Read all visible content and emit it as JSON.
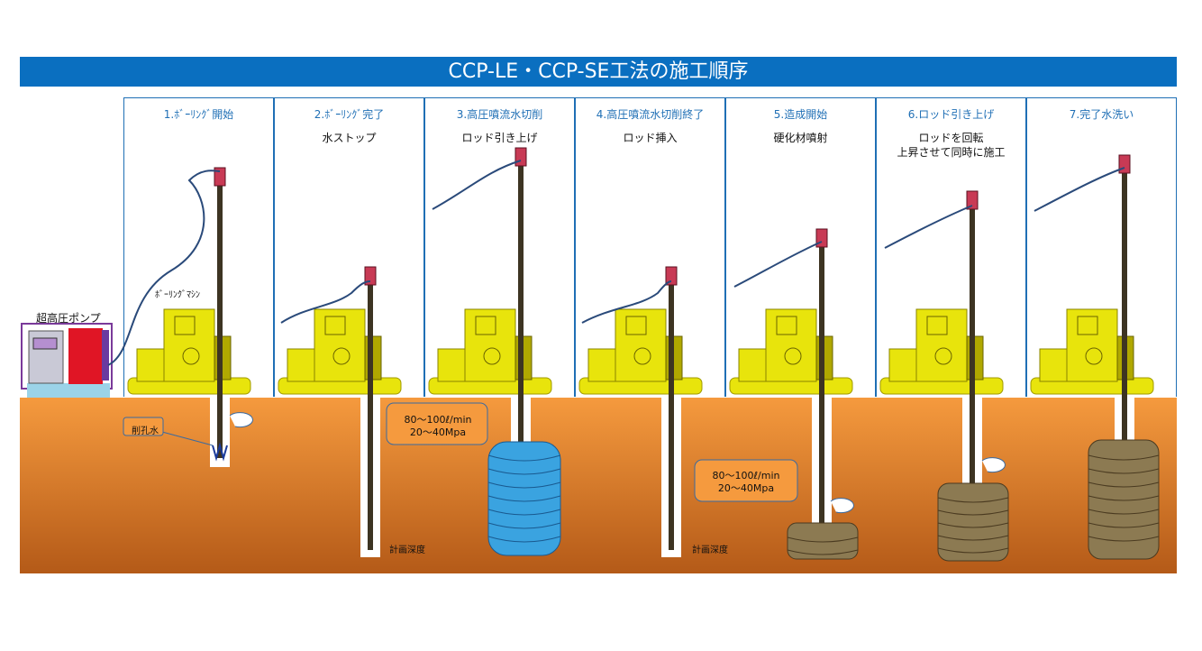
{
  "title": "CCP-LE・CCP-SE工法の施工順序",
  "steps": [
    {
      "label": "1.ﾎﾞｰﾘﾝｸﾞ開始",
      "desc": ""
    },
    {
      "label": "2.ﾎﾞｰﾘﾝｸﾞ完了",
      "desc": "水ストップ"
    },
    {
      "label": "3.高圧噴流水切削",
      "desc": "ロッド引き上げ"
    },
    {
      "label": "4.高圧噴流水切削終了",
      "desc": "ロッド挿入"
    },
    {
      "label": "5.造成開始",
      "desc": "硬化材噴射"
    },
    {
      "label": "6.ロッド引き上げ",
      "desc": "ロッドを回転\n上昇させて同時に施工"
    },
    {
      "label": "7.完了水洗い",
      "desc": ""
    }
  ],
  "labels": {
    "pump": "超高圧ポンプ",
    "machine": "ﾎﾞｰﾘﾝｸﾞﾏｼﾝ",
    "drill_water": "削孔水",
    "depth1": "計画深度",
    "depth2": "計画深度"
  },
  "callouts": {
    "c1": "80～100ℓ/min\n20～40Mpa",
    "c2": "80～100ℓ/min\n20～40Mpa"
  },
  "colors": {
    "title_bar": "#0a6fc0",
    "panel_border": "#1f6fb5",
    "ground_top": "#f59a3e",
    "ground_bottom": "#b45a18",
    "machine": "#e8e40c",
    "water_column": "#3aa3e0",
    "cement_column": "#8c7a52",
    "rod": "#3d3422",
    "rod_head": "#c83a55"
  }
}
